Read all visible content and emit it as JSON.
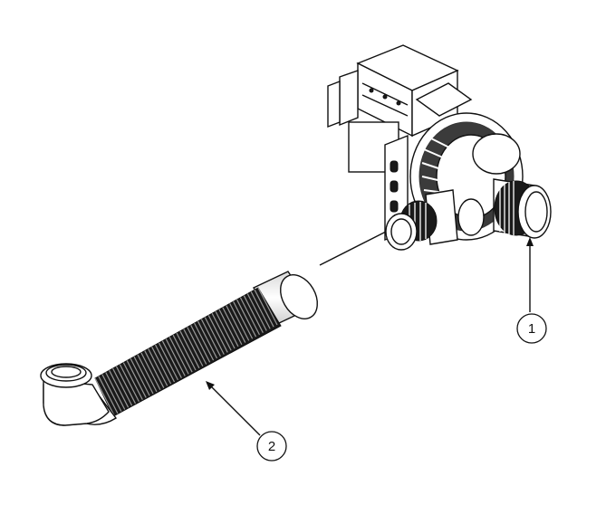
{
  "callouts": [
    {
      "id": "1",
      "label": "1"
    },
    {
      "id": "2",
      "label": "2"
    }
  ],
  "parts": {
    "part_1": "pump-assembly",
    "part_2": "drain-hose"
  },
  "colors": {
    "line": "#111111",
    "background": "#ffffff",
    "shade": "#9a9a9a",
    "dark": "#1a1a1a"
  }
}
